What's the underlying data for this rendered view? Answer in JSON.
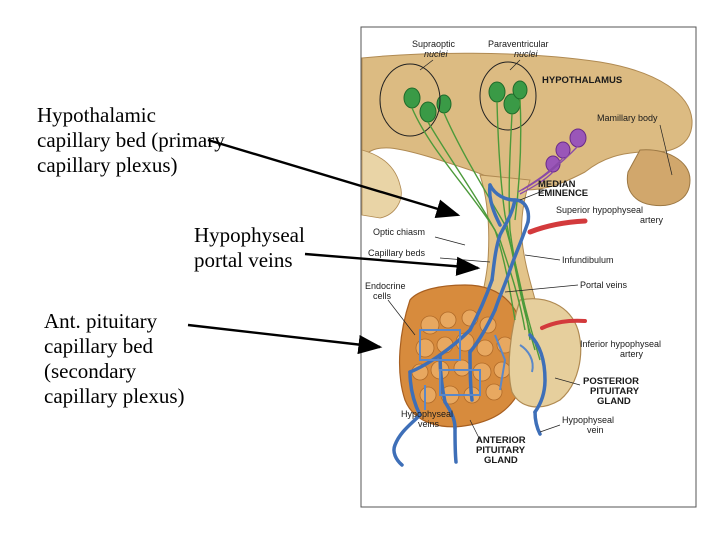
{
  "slide_labels": {
    "hypothalamic_bed": "Hypothalamic\ncapillary bed (primary\ncapillary plexus)",
    "portal_veins": "Hypophyseal\nportal veins",
    "anterior_bed": "Ant. pituitary\ncapillary bed\n(secondary\ncapillary plexus)"
  },
  "figure_labels": {
    "supraoptic": [
      "Supraoptic",
      "nuclei"
    ],
    "paraventricular": [
      "Paraventricular",
      "nuclei"
    ],
    "hypothalamus": "HYPOTHALAMUS",
    "mamillary": "Mamillary body",
    "median_eminence": [
      "MEDIAN",
      "EMINENCE"
    ],
    "superior_artery": [
      "Superior hypophyseal",
      "artery"
    ],
    "optic_chiasm": "Optic chiasm",
    "capillary_beds": "Capillary beds",
    "infundibulum": "Infundibulum",
    "endocrine_cells": [
      "Endocrine",
      "cells"
    ],
    "portal_veins": "Portal veins",
    "inferior_artery": [
      "Inferior hypophyseal",
      "artery"
    ],
    "posterior_pituitary": [
      "POSTERIOR",
      "PITUITARY",
      "GLAND"
    ],
    "hypophyseal_vein": [
      "Hypophyseal",
      "vein"
    ],
    "hypophyseal_veins": [
      "Hypophyseal",
      "veins"
    ],
    "anterior_pituitary": [
      "ANTERIOR",
      "PITUITARY",
      "GLAND"
    ]
  },
  "colors": {
    "vein_blue": "#3f6fb6",
    "artery_red": "#d8383a",
    "neuron_green": "#2e8a3a",
    "neuron_purple": "#8a4aa8",
    "tissue_tan": "#d9b77c",
    "gland_orange": "#d98a3c"
  }
}
